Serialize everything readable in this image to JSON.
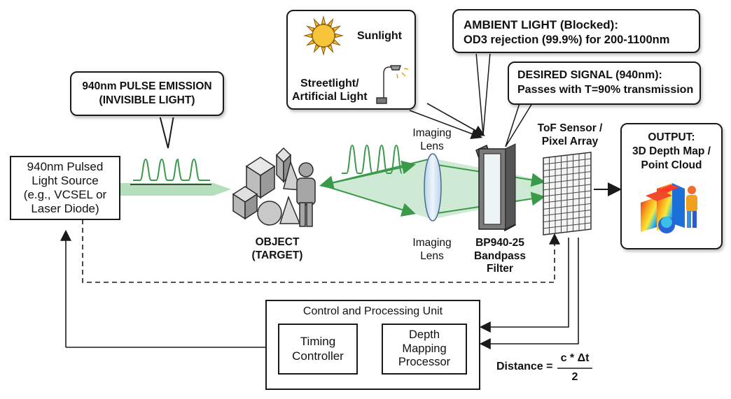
{
  "source": {
    "lines": [
      "940nm Pulsed",
      "Light Source",
      "(e.g., VCSEL or",
      "Laser Diode)"
    ]
  },
  "emission_callout": {
    "lines": [
      "940nm PULSE EMISSION",
      "(INVISIBLE LIGHT)"
    ]
  },
  "ambient_sources": {
    "sunlight": "Sunlight",
    "streetlight_lines": [
      "Streetlight/",
      "Artificial Light"
    ]
  },
  "ambient_callout": {
    "title": "AMBIENT LIGHT (Blocked):",
    "detail": "OD3 rejection (99.9%) for 200-1100nm"
  },
  "signal_callout": {
    "title": "DESIRED SIGNAL (940nm):",
    "detail": "Passes with T=90% transmission"
  },
  "object": {
    "lines": [
      "OBJECT",
      "(TARGET)"
    ]
  },
  "lens": {
    "top_lines": [
      "Imaging",
      "Lens"
    ],
    "bottom_lines": [
      "Imaging",
      "Lens"
    ]
  },
  "filter": {
    "lines": [
      "BP940-25",
      "Bandpass",
      "Filter"
    ]
  },
  "sensor": {
    "lines": [
      "ToF Sensor /",
      "Pixel Array"
    ]
  },
  "output": {
    "lines": [
      "OUTPUT:",
      "3D Depth Map /",
      "Point Cloud"
    ]
  },
  "control_unit": {
    "title": "Control and Processing Unit",
    "timing_lines": [
      "Timing",
      "Controller"
    ],
    "depth_lines": [
      "Depth",
      "Mapping",
      "Processor"
    ]
  },
  "formula": {
    "lhs": "Distance =",
    "numerator": "c * Δt",
    "denominator": "2"
  },
  "colors": {
    "beam": "#3a9a4a",
    "beam_fill": "#a8d8b0",
    "outline": "#1a1a1a",
    "lens": "#cfe0f0",
    "sun": "#f5b82e"
  },
  "icons": [
    "sun-icon",
    "street-lamp-icon",
    "object-shapes-icon",
    "person-icon",
    "lens-icon",
    "filter-icon",
    "pixel-grid-icon",
    "depth-map-icon"
  ]
}
